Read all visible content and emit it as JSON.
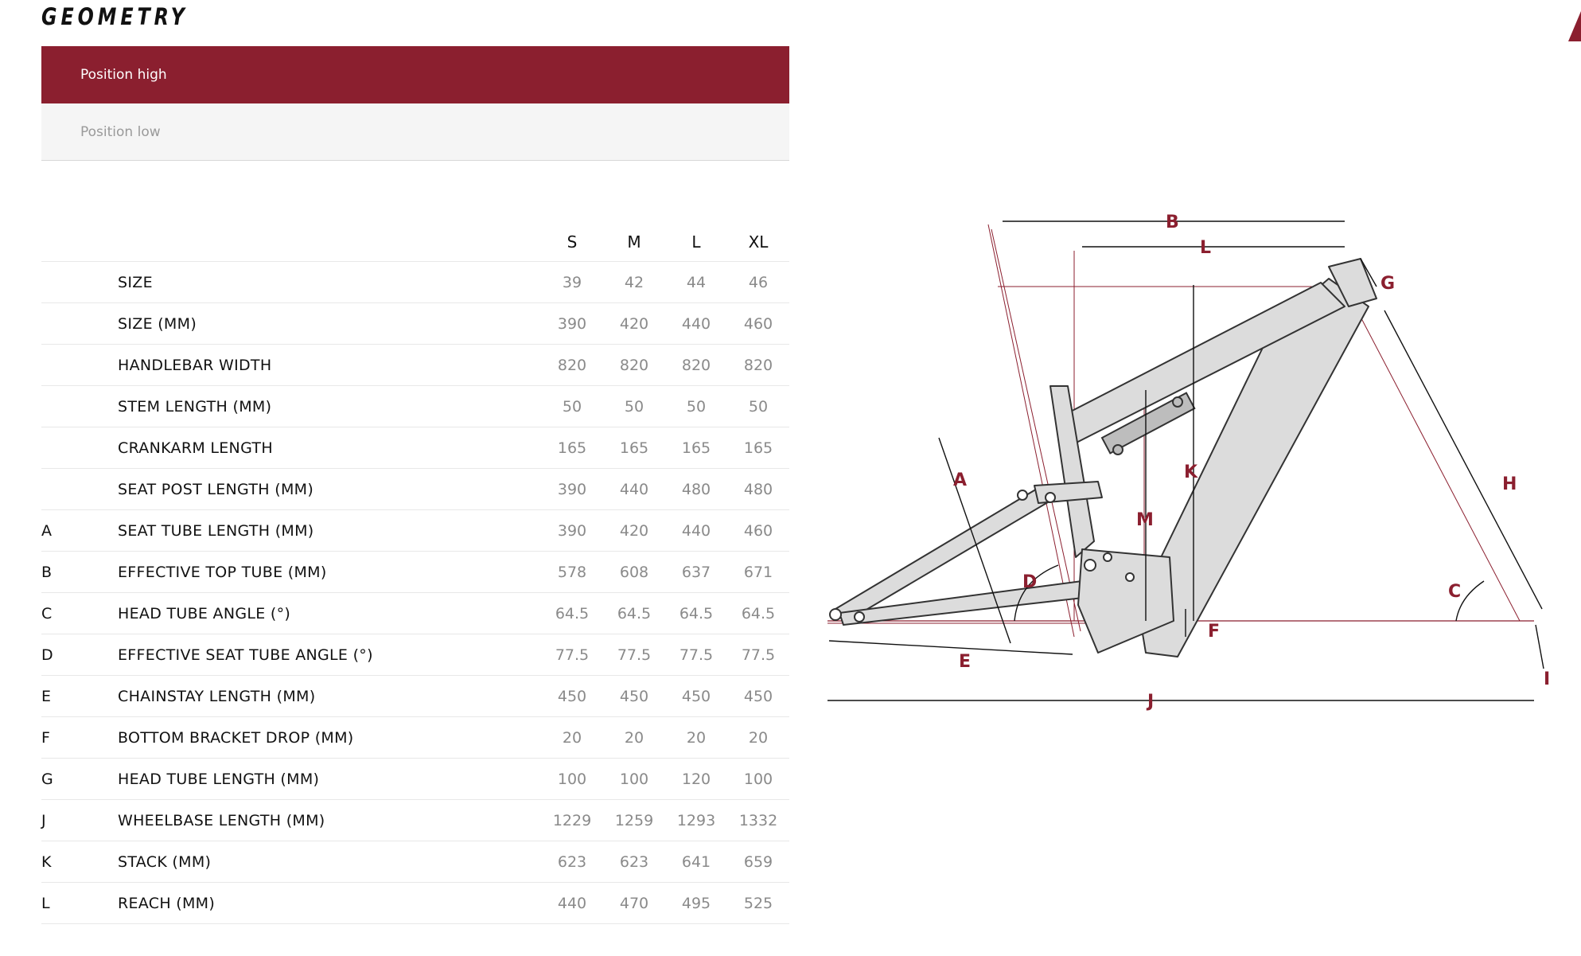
{
  "header": {
    "title": "GEOMETRY"
  },
  "tabs": [
    {
      "label": "Position high",
      "active": true
    },
    {
      "label": "Position low",
      "active": false
    }
  ],
  "table": {
    "columns": [
      "S",
      "M",
      "L",
      "XL"
    ],
    "rows": [
      {
        "letter": "",
        "label": "SIZE",
        "values": [
          "39",
          "42",
          "44",
          "46"
        ]
      },
      {
        "letter": "",
        "label": "SIZE (MM)",
        "values": [
          "390",
          "420",
          "440",
          "460"
        ]
      },
      {
        "letter": "",
        "label": "HANDLEBAR WIDTH",
        "values": [
          "820",
          "820",
          "820",
          "820"
        ]
      },
      {
        "letter": "",
        "label": "STEM LENGTH (MM)",
        "values": [
          "50",
          "50",
          "50",
          "50"
        ]
      },
      {
        "letter": "",
        "label": "CRANKARM LENGTH",
        "values": [
          "165",
          "165",
          "165",
          "165"
        ]
      },
      {
        "letter": "",
        "label": "SEAT POST LENGTH (MM)",
        "values": [
          "390",
          "440",
          "480",
          "480"
        ]
      },
      {
        "letter": "A",
        "label": "SEAT TUBE LENGTH (MM)",
        "values": [
          "390",
          "420",
          "440",
          "460"
        ]
      },
      {
        "letter": "B",
        "label": "EFFECTIVE TOP TUBE (MM)",
        "values": [
          "578",
          "608",
          "637",
          "671"
        ]
      },
      {
        "letter": "C",
        "label": "HEAD TUBE ANGLE (°)",
        "values": [
          "64.5",
          "64.5",
          "64.5",
          "64.5"
        ]
      },
      {
        "letter": "D",
        "label": "EFFECTIVE SEAT TUBE ANGLE (°)",
        "values": [
          "77.5",
          "77.5",
          "77.5",
          "77.5"
        ]
      },
      {
        "letter": "E",
        "label": "CHAINSTAY LENGTH (MM)",
        "values": [
          "450",
          "450",
          "450",
          "450"
        ]
      },
      {
        "letter": "F",
        "label": "BOTTOM BRACKET DROP (MM)",
        "values": [
          "20",
          "20",
          "20",
          "20"
        ]
      },
      {
        "letter": "G",
        "label": "HEAD TUBE LENGTH (MM)",
        "values": [
          "100",
          "100",
          "120",
          "100"
        ]
      },
      {
        "letter": "J",
        "label": "WHEELBASE LENGTH (MM)",
        "values": [
          "1229",
          "1259",
          "1293",
          "1332"
        ]
      },
      {
        "letter": "K",
        "label": "STACK (MM)",
        "values": [
          "623",
          "623",
          "641",
          "659"
        ]
      },
      {
        "letter": "L",
        "label": "REACH (MM)",
        "values": [
          "440",
          "470",
          "495",
          "525"
        ]
      }
    ]
  },
  "diagram": {
    "letters": {
      "A": "A",
      "B": "B",
      "C": "C",
      "D": "D",
      "E": "E",
      "F": "F",
      "G": "G",
      "H": "H",
      "I": "I",
      "J": "J",
      "K": "K",
      "L": "L",
      "M": "M"
    }
  },
  "colors": {
    "accent": "#8b1f2f",
    "frame_fill": "#dcdcdc",
    "frame_stroke": "#333333"
  }
}
